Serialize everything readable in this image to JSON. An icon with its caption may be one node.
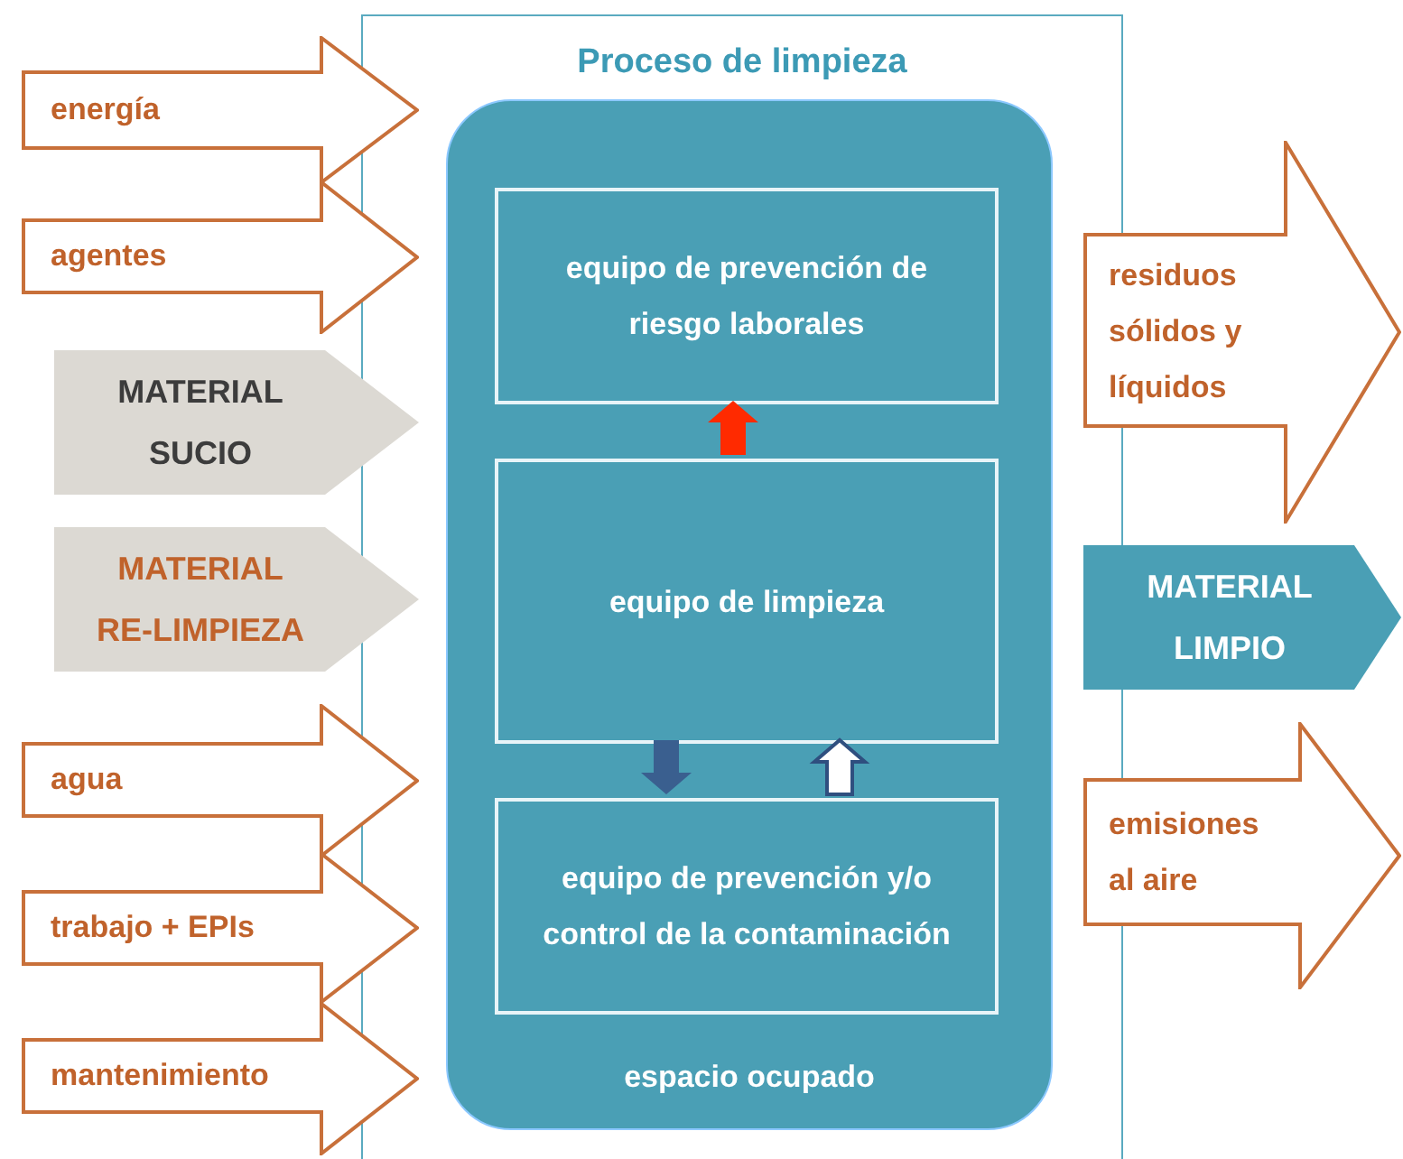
{
  "diagram": {
    "nodes": [
      {
        "text": [
          "Proceso de limpieza"
        ]
      },
      {
        "text": [
          "espacio ocupado"
        ],
        "in": 0
      },
      {
        "text": [
          "equipo de prevención de riesgo laborales"
        ],
        "in": 1
      },
      {
        "text": [
          "equipo de limpieza"
        ],
        "in": 1
      },
      {
        "text": [
          "equipo de prevención y/o control de la contaminación"
        ],
        "in": 1
      },
      {
        "text": [
          "energía"
        ]
      },
      {
        "text": [
          "agentes"
        ]
      },
      {
        "text": [
          "MATERIAL SUCIO"
        ]
      },
      {
        "text": [
          "MATERIAL RE-LIMPIEZA"
        ]
      },
      {
        "text": [
          "agua"
        ]
      },
      {
        "text": [
          "trabajo + EPIs"
        ]
      },
      {
        "text": [
          "mantenimiento"
        ]
      },
      {
        "text": [
          "residuos sólidos y líquidos"
        ]
      },
      {
        "text": [
          "MATERIAL LIMPIO"
        ]
      },
      {
        "text": [
          "emisiones al aire"
        ]
      }
    ],
    "edges": [
      {
        "from": 3,
        "to": 2,
        "arrow": "to",
        "style": "thick",
        "color": "#ff2a00"
      },
      {
        "from": 3,
        "to": 4,
        "arrow": "to",
        "style": "thick",
        "color": "#3a5f8f"
      },
      {
        "from": 4,
        "to": 3,
        "arrow": "to",
        "style": "thick",
        "color": "#ffffff"
      }
    ]
  }
}
